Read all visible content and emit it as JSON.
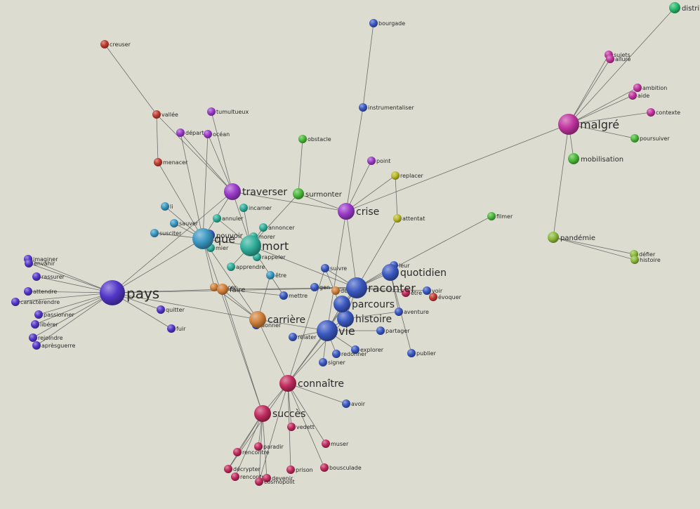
{
  "graph": {
    "colors": {
      "indigo": "#5236c8",
      "blue": "#3a58c0",
      "teal": "#2fae9a",
      "cyan": "#3a97c2",
      "purple": "#9a3ac8",
      "magenta": "#c0359e",
      "crimson": "#c02a5c",
      "red": "#c03a30",
      "orange": "#d0803a",
      "green": "#4ab83a",
      "lime": "#8ab83a",
      "yellow": "#b8b82a",
      "emerald": "#2ab86a"
    },
    "nodes": [
      {
        "id": "pays",
        "label": "pays",
        "size": "xl",
        "color": "indigo"
      },
      {
        "id": "mort",
        "label": "mort",
        "size": "l",
        "color": "teal"
      },
      {
        "id": "que",
        "label": "que",
        "size": "l",
        "color": "cyan"
      },
      {
        "id": "raconter",
        "label": "raconter",
        "size": "l",
        "color": "blue"
      },
      {
        "id": "vie",
        "label": "vie",
        "size": "l",
        "color": "blue"
      },
      {
        "id": "malgre",
        "label": "malgré",
        "size": "l",
        "color": "magenta"
      },
      {
        "id": "connaitre",
        "label": "connaître",
        "size": "m",
        "color": "crimson"
      },
      {
        "id": "succes",
        "label": "succès",
        "size": "m",
        "color": "crimson"
      },
      {
        "id": "carriere",
        "label": "carrière",
        "size": "m",
        "color": "orange"
      },
      {
        "id": "traverser",
        "label": "traverser",
        "size": "m",
        "color": "purple"
      },
      {
        "id": "crise",
        "label": "crise",
        "size": "m",
        "color": "purple"
      },
      {
        "id": "histoire",
        "label": "histoire",
        "size": "m",
        "color": "blue"
      },
      {
        "id": "parcours",
        "label": "parcours",
        "size": "m",
        "color": "blue"
      },
      {
        "id": "quotidien",
        "label": "quotidien",
        "size": "m",
        "color": "blue"
      },
      {
        "id": "pandemie",
        "label": "pandémie",
        "size": "sm",
        "color": "lime"
      },
      {
        "id": "mobilisation",
        "label": "mobilisation",
        "size": "sm",
        "color": "green"
      },
      {
        "id": "faire",
        "label": "faire",
        "size": "sm",
        "color": "orange"
      },
      {
        "id": "surmonter",
        "label": "surmonter",
        "size": "sm",
        "color": "green"
      },
      {
        "id": "pouvoir",
        "label": "pouvoir",
        "size": "sm",
        "color": "blue"
      },
      {
        "id": "distribution",
        "label": "distrib",
        "size": "sm",
        "color": "emerald"
      },
      {
        "id": "bourgade",
        "label": "bourgade",
        "size": "s",
        "color": "blue"
      },
      {
        "id": "creuser",
        "label": "creuser",
        "size": "s",
        "color": "red"
      },
      {
        "id": "vallee",
        "label": "vallée",
        "size": "s",
        "color": "red"
      },
      {
        "id": "menacer",
        "label": "menacer",
        "size": "s",
        "color": "red"
      },
      {
        "id": "tumultueux",
        "label": "tumultueux",
        "size": "s",
        "color": "purple"
      },
      {
        "id": "depart",
        "label": "départ",
        "size": "s",
        "color": "purple"
      },
      {
        "id": "ocean",
        "label": "océan",
        "size": "s",
        "color": "purple"
      },
      {
        "id": "instrumentaliser",
        "label": "instrumentaliser",
        "size": "s",
        "color": "blue"
      },
      {
        "id": "obstacle",
        "label": "obstacle",
        "size": "s",
        "color": "green"
      },
      {
        "id": "point",
        "label": "point",
        "size": "s",
        "color": "purple"
      },
      {
        "id": "replacer",
        "label": "replacer",
        "size": "s",
        "color": "yellow"
      },
      {
        "id": "attentat",
        "label": "attentat",
        "size": "s",
        "color": "yellow"
      },
      {
        "id": "filmer",
        "label": "filmer",
        "size": "s",
        "color": "green"
      },
      {
        "id": "sujets",
        "label": "sujets",
        "size": "s",
        "color": "magenta"
      },
      {
        "id": "allure",
        "label": "allure",
        "size": "s",
        "color": "magenta"
      },
      {
        "id": "ambition",
        "label": "ambition",
        "size": "s",
        "color": "magenta"
      },
      {
        "id": "aide",
        "label": "aide",
        "size": "s",
        "color": "magenta"
      },
      {
        "id": "contexte",
        "label": "contexte",
        "size": "s",
        "color": "magenta"
      },
      {
        "id": "poursuiver",
        "label": "poursuiver",
        "size": "s",
        "color": "green"
      },
      {
        "id": "defier",
        "label": "défier",
        "size": "s",
        "color": "lime"
      },
      {
        "id": "hhistoire",
        "label": "histoire",
        "size": "s",
        "color": "lime"
      },
      {
        "id": "li",
        "label": "li",
        "size": "s",
        "color": "cyan"
      },
      {
        "id": "sauver",
        "label": "sauver",
        "size": "s",
        "color": "cyan"
      },
      {
        "id": "susciter",
        "label": "susciter",
        "size": "s",
        "color": "cyan"
      },
      {
        "id": "incarner",
        "label": "incarner",
        "size": "s",
        "color": "teal"
      },
      {
        "id": "annuler",
        "label": "annuler",
        "size": "s",
        "color": "teal"
      },
      {
        "id": "annoncer",
        "label": "annoncer",
        "size": "s",
        "color": "teal"
      },
      {
        "id": "morer",
        "label": "morer",
        "size": "s",
        "color": "teal"
      },
      {
        "id": "mier",
        "label": "mier",
        "size": "s",
        "color": "teal"
      },
      {
        "id": "rappeler",
        "label": "rappeler",
        "size": "s",
        "color": "teal"
      },
      {
        "id": "apprendre",
        "label": "apprendre",
        "size": "s",
        "color": "teal"
      },
      {
        "id": "etre",
        "label": "être",
        "size": "s",
        "color": "cyan"
      },
      {
        "id": "suivre",
        "label": "suivre",
        "size": "s",
        "color": "blue"
      },
      {
        "id": "leur",
        "label": "leur",
        "size": "s",
        "color": "blue"
      },
      {
        "id": "voir",
        "label": "voir",
        "size": "s",
        "color": "blue"
      },
      {
        "id": "evoquer",
        "label": "évoquer",
        "size": "s",
        "color": "red"
      },
      {
        "id": "etre2",
        "label": "être",
        "size": "s",
        "color": "crimson"
      },
      {
        "id": "gen",
        "label": "gen",
        "size": "s",
        "color": "blue"
      },
      {
        "id": "desire",
        "label": "désire",
        "size": "s",
        "color": "orange"
      },
      {
        "id": "mettre",
        "label": "mettre",
        "size": "s",
        "color": "blue"
      },
      {
        "id": "lancer",
        "label": "lancer",
        "size": "s",
        "color": "orange"
      },
      {
        "id": "aventure",
        "label": "aventure",
        "size": "s",
        "color": "blue"
      },
      {
        "id": "partager",
        "label": "partager",
        "size": "s",
        "color": "blue"
      },
      {
        "id": "publier",
        "label": "publier",
        "size": "s",
        "color": "blue"
      },
      {
        "id": "explorer",
        "label": "explorer",
        "size": "s",
        "color": "blue"
      },
      {
        "id": "redonner",
        "label": "redonner",
        "size": "s",
        "color": "blue"
      },
      {
        "id": "signer",
        "label": "signer",
        "size": "s",
        "color": "blue"
      },
      {
        "id": "relater",
        "label": "relater",
        "size": "s",
        "color": "blue"
      },
      {
        "id": "donner",
        "label": "donner",
        "size": "s",
        "color": "blue"
      },
      {
        "id": "avoir",
        "label": "avoir",
        "size": "s",
        "color": "blue"
      },
      {
        "id": "imaginer",
        "label": "imaginer",
        "size": "s",
        "color": "indigo"
      },
      {
        "id": "envahir",
        "label": "envahir",
        "size": "s",
        "color": "indigo"
      },
      {
        "id": "rassurer",
        "label": "rassurer",
        "size": "s",
        "color": "indigo"
      },
      {
        "id": "attendre",
        "label": "attendre",
        "size": "s",
        "color": "indigo"
      },
      {
        "id": "caracterendre",
        "label": "caractérendre",
        "size": "s",
        "color": "indigo"
      },
      {
        "id": "passionner",
        "label": "passionner",
        "size": "s",
        "color": "indigo"
      },
      {
        "id": "liberer",
        "label": "libérer",
        "size": "s",
        "color": "indigo"
      },
      {
        "id": "rejoindre",
        "label": "rejoindre",
        "size": "s",
        "color": "indigo"
      },
      {
        "id": "apresguerre",
        "label": "aprèsguerre",
        "size": "s",
        "color": "indigo"
      },
      {
        "id": "quitter",
        "label": "quitter",
        "size": "s",
        "color": "indigo"
      },
      {
        "id": "fuir",
        "label": "fuir",
        "size": "s",
        "color": "indigo"
      },
      {
        "id": "vedett",
        "label": "vedett",
        "size": "s",
        "color": "crimson"
      },
      {
        "id": "muser",
        "label": "muser",
        "size": "s",
        "color": "crimson"
      },
      {
        "id": "paradir",
        "label": "paradir",
        "size": "s",
        "color": "crimson"
      },
      {
        "id": "rencontre",
        "label": "rencontre",
        "size": "s",
        "color": "crimson"
      },
      {
        "id": "decrypter",
        "label": "décrypter",
        "size": "s",
        "color": "crimson"
      },
      {
        "id": "rencontrer",
        "label": "rencontr",
        "size": "s",
        "color": "crimson"
      },
      {
        "id": "devenir",
        "label": "devenir",
        "size": "s",
        "color": "crimson"
      },
      {
        "id": "cosmopolit",
        "label": "cosmopolit",
        "size": "s",
        "color": "crimson"
      },
      {
        "id": "prison",
        "label": "prison",
        "size": "s",
        "color": "crimson"
      },
      {
        "id": "bousculade",
        "label": "bousculade",
        "size": "s",
        "color": "crimson"
      }
    ],
    "edges": [
      [
        "pays",
        "imaginer"
      ],
      [
        "pays",
        "envahir"
      ],
      [
        "pays",
        "rassurer"
      ],
      [
        "pays",
        "attendre"
      ],
      [
        "pays",
        "caracterendre"
      ],
      [
        "pays",
        "passionner"
      ],
      [
        "pays",
        "liberer"
      ],
      [
        "pays",
        "rejoindre"
      ],
      [
        "pays",
        "apresguerre"
      ],
      [
        "pays",
        "quitter"
      ],
      [
        "pays",
        "fuir"
      ],
      [
        "pays",
        "traverser"
      ],
      [
        "pays",
        "carriere"
      ],
      [
        "pays",
        "raconter"
      ],
      [
        "pays",
        "que"
      ],
      [
        "pays",
        "faire"
      ],
      [
        "creuser",
        "vallee"
      ],
      [
        "vallee",
        "menacer"
      ],
      [
        "vallee",
        "traverser"
      ],
      [
        "menacer",
        "que"
      ],
      [
        "traverser",
        "tumultueux"
      ],
      [
        "traverser",
        "depart"
      ],
      [
        "traverser",
        "ocean"
      ],
      [
        "traverser",
        "crise"
      ],
      [
        "traverser",
        "que"
      ],
      [
        "traverser",
        "mort"
      ],
      [
        "depart",
        "que"
      ],
      [
        "ocean",
        "que"
      ],
      [
        "bourgade",
        "instrumentaliser"
      ],
      [
        "instrumentaliser",
        "crise"
      ],
      [
        "obstacle",
        "surmonter"
      ],
      [
        "surmonter",
        "crise"
      ],
      [
        "surmonter",
        "mort"
      ],
      [
        "point",
        "crise"
      ],
      [
        "replacer",
        "crise"
      ],
      [
        "replacer",
        "attentat"
      ],
      [
        "crise",
        "malgre"
      ],
      [
        "crise",
        "raconter"
      ],
      [
        "crise",
        "vie"
      ],
      [
        "attentat",
        "raconter"
      ],
      [
        "malgre",
        "distribution"
      ],
      [
        "malgre",
        "sujets"
      ],
      [
        "malgre",
        "allure"
      ],
      [
        "malgre",
        "ambition"
      ],
      [
        "malgre",
        "aide"
      ],
      [
        "malgre",
        "contexte"
      ],
      [
        "malgre",
        "mobilisation"
      ],
      [
        "malgre",
        "pandemie"
      ],
      [
        "malgre",
        "poursuiver"
      ],
      [
        "pandemie",
        "defier"
      ],
      [
        "pandemie",
        "hhistoire"
      ],
      [
        "filmer",
        "raconter"
      ],
      [
        "que",
        "li"
      ],
      [
        "que",
        "sauver"
      ],
      [
        "que",
        "susciter"
      ],
      [
        "que",
        "mort"
      ],
      [
        "que",
        "pouvoir"
      ],
      [
        "que",
        "mier"
      ],
      [
        "que",
        "carriere"
      ],
      [
        "que",
        "succes"
      ],
      [
        "que",
        "lancer"
      ],
      [
        "mort",
        "incarner"
      ],
      [
        "mort",
        "annuler"
      ],
      [
        "mort",
        "annoncer"
      ],
      [
        "mort",
        "morer"
      ],
      [
        "mort",
        "rappeler"
      ],
      [
        "mort",
        "apprendre"
      ],
      [
        "mort",
        "raconter"
      ],
      [
        "mort",
        "etre"
      ],
      [
        "etre",
        "mettre"
      ],
      [
        "etre",
        "carriere"
      ],
      [
        "raconter",
        "suivre"
      ],
      [
        "raconter",
        "leur"
      ],
      [
        "raconter",
        "quotidien"
      ],
      [
        "raconter",
        "voir"
      ],
      [
        "raconter",
        "parcours"
      ],
      [
        "raconter",
        "histoire"
      ],
      [
        "raconter",
        "vie"
      ],
      [
        "raconter",
        "gen"
      ],
      [
        "raconter",
        "desire"
      ],
      [
        "raconter",
        "etre2"
      ],
      [
        "raconter",
        "connaitre"
      ],
      [
        "quotidien",
        "aventure"
      ],
      [
        "quotidien",
        "publier"
      ],
      [
        "voir",
        "evoquer"
      ],
      [
        "vie",
        "partager"
      ],
      [
        "vie",
        "explorer"
      ],
      [
        "vie",
        "redonner"
      ],
      [
        "vie",
        "signer"
      ],
      [
        "vie",
        "relater"
      ],
      [
        "vie",
        "parcours"
      ],
      [
        "vie",
        "histoire"
      ],
      [
        "vie",
        "connaitre"
      ],
      [
        "vie",
        "carriere"
      ],
      [
        "histoire",
        "aventure"
      ],
      [
        "histoire",
        "suivre"
      ],
      [
        "carriere",
        "faire"
      ],
      [
        "carriere",
        "donner"
      ],
      [
        "carriere",
        "lancer"
      ],
      [
        "carriere",
        "connaitre"
      ],
      [
        "faire",
        "raconter"
      ],
      [
        "faire",
        "mettre"
      ],
      [
        "connaitre",
        "succes"
      ],
      [
        "connaitre",
        "vedett"
      ],
      [
        "connaitre",
        "muser"
      ],
      [
        "connaitre",
        "bousculade"
      ],
      [
        "connaitre",
        "prison"
      ],
      [
        "connaitre",
        "avoir"
      ],
      [
        "connaitre",
        "cosmopolit"
      ],
      [
        "connaitre",
        "decrypter"
      ],
      [
        "connaitre",
        "histoire"
      ],
      [
        "connaitre",
        "suivre"
      ],
      [
        "succes",
        "paradir"
      ],
      [
        "succes",
        "rencontre"
      ],
      [
        "succes",
        "decrypter"
      ],
      [
        "succes",
        "rencontrer"
      ],
      [
        "succes",
        "devenir"
      ],
      [
        "succes",
        "cosmopolit"
      ],
      [
        "succes",
        "faire"
      ]
    ]
  }
}
